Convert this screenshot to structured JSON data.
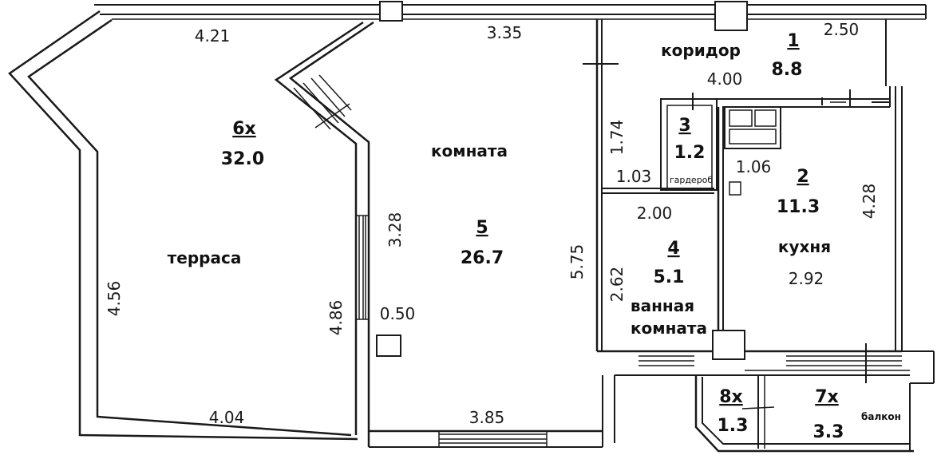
{
  "rooms": [
    {
      "id": "6x",
      "area": "32.0",
      "name": "терраса"
    },
    {
      "id": "5",
      "area": "26.7",
      "name": "комната"
    },
    {
      "id": "1",
      "area": "8.8",
      "name": "коридор"
    },
    {
      "id": "3",
      "area": "1.2",
      "name": "гардероб"
    },
    {
      "id": "2",
      "area": "11.3",
      "name": "кухня"
    },
    {
      "id": "4",
      "area": "5.1",
      "name_line1": "ванная",
      "name_line2": "комната"
    },
    {
      "id": "8x",
      "area": "1.3"
    },
    {
      "id": "7x",
      "area": "3.3",
      "name": "балкон"
    }
  ],
  "dimensions": {
    "terrace_top": "4.21",
    "terrace_left": "4.56",
    "terrace_right": "4.86",
    "terrace_bottom": "4.04",
    "room5_top": "3.35",
    "room5_left": "3.28",
    "room5_right": "5.75",
    "room5_bottom": "3.85",
    "window_gap": "0.50",
    "corridor_top": "2.50",
    "corridor_width": "4.00",
    "corridor_side": "1.74",
    "closet_left": "1.03",
    "closet_width": "1.06",
    "bath_top": "2.00",
    "bath_side": "2.62",
    "kitchen_side": "4.28",
    "kitchen_width": "2.92"
  }
}
